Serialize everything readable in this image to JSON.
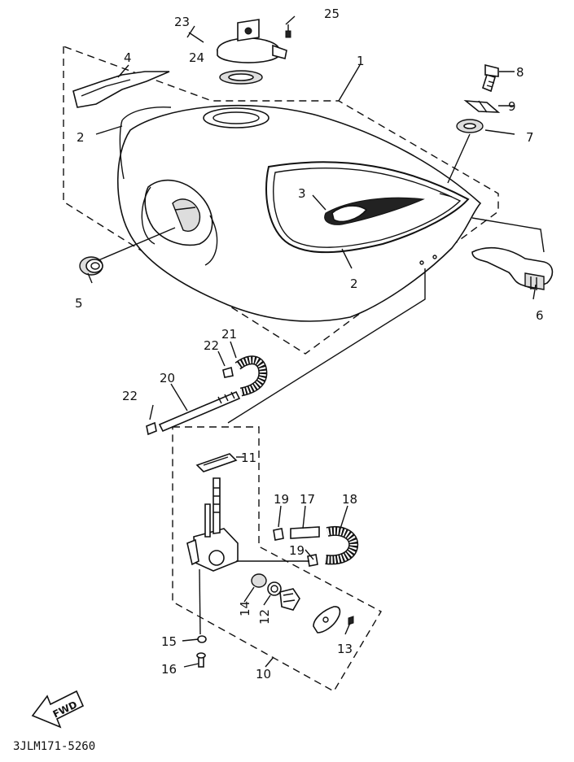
{
  "parts": [
    {
      "id": "1",
      "label": "1"
    },
    {
      "id": "2a",
      "label": "2"
    },
    {
      "id": "2b",
      "label": "2"
    },
    {
      "id": "3",
      "label": "3"
    },
    {
      "id": "4",
      "label": "4"
    },
    {
      "id": "5",
      "label": "5"
    },
    {
      "id": "6",
      "label": "6"
    },
    {
      "id": "7",
      "label": "7"
    },
    {
      "id": "8",
      "label": "8"
    },
    {
      "id": "9",
      "label": "9"
    },
    {
      "id": "10",
      "label": "10"
    },
    {
      "id": "11",
      "label": "11"
    },
    {
      "id": "12",
      "label": "12"
    },
    {
      "id": "13",
      "label": "13"
    },
    {
      "id": "14",
      "label": "14"
    },
    {
      "id": "15",
      "label": "15"
    },
    {
      "id": "16",
      "label": "16"
    },
    {
      "id": "17",
      "label": "17"
    },
    {
      "id": "18",
      "label": "18"
    },
    {
      "id": "19a",
      "label": "19"
    },
    {
      "id": "19b",
      "label": "19"
    },
    {
      "id": "20",
      "label": "20"
    },
    {
      "id": "21",
      "label": "21"
    },
    {
      "id": "22a",
      "label": "22"
    },
    {
      "id": "22b",
      "label": "22"
    },
    {
      "id": "23",
      "label": "23"
    },
    {
      "id": "24",
      "label": "24"
    },
    {
      "id": "25",
      "label": "25"
    }
  ],
  "direction_marker": "FWD",
  "diagram_code": "3JLM171-5260"
}
